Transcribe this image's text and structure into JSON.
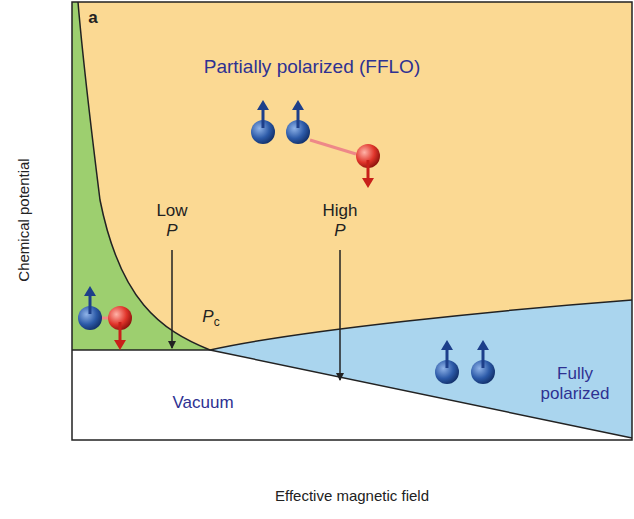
{
  "diagram": {
    "labels": [
      "a",
      "Partially polarized (FFLO)",
      "Low P",
      "High P",
      "Pc",
      "Fully polarized",
      "Vacuum",
      "Chemical potential",
      "Effective magnetic field"
    ]
  }
}
